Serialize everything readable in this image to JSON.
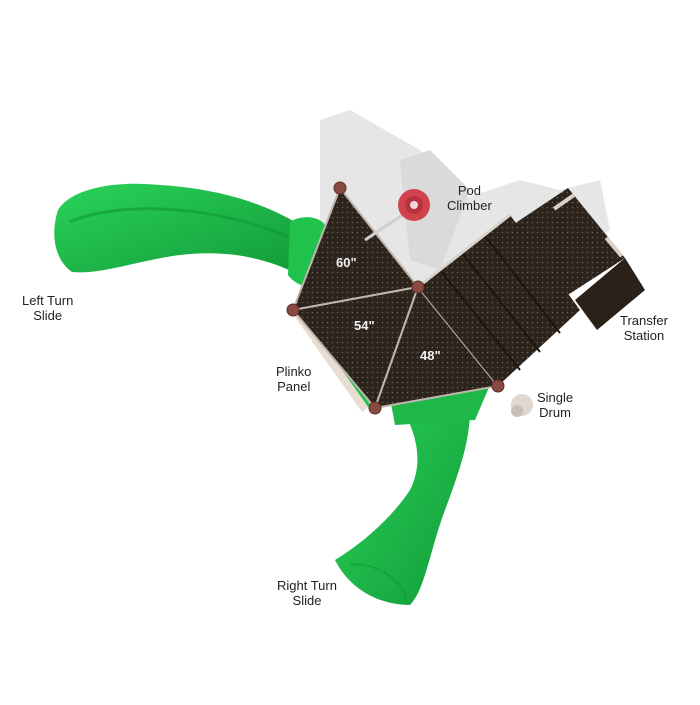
{
  "diagram": {
    "type": "playground-top-view",
    "colors": {
      "slide_green": "#1fc24a",
      "slide_dark": "#0f9a35",
      "deck_brown": "#2c241c",
      "post_cap": "#8a4a42",
      "pod_red": "#d0434e",
      "shadow": "#e4e4e4",
      "label_text": "#222222"
    },
    "decks": [
      {
        "label": "60\""
      },
      {
        "label": "54\""
      },
      {
        "label": "48\""
      }
    ],
    "components": {
      "pod_climber": {
        "line1": "Pod",
        "line2": "Climber"
      },
      "left_turn_slide": {
        "line1": "Left Turn",
        "line2": "Slide"
      },
      "plinko_panel": {
        "line1": "Plinko",
        "line2": "Panel"
      },
      "transfer_station": {
        "line1": "Transfer",
        "line2": "Station"
      },
      "single_drum": {
        "line1": "Single",
        "line2": "Drum"
      },
      "right_turn_slide": {
        "line1": "Right Turn",
        "line2": "Slide"
      }
    }
  }
}
